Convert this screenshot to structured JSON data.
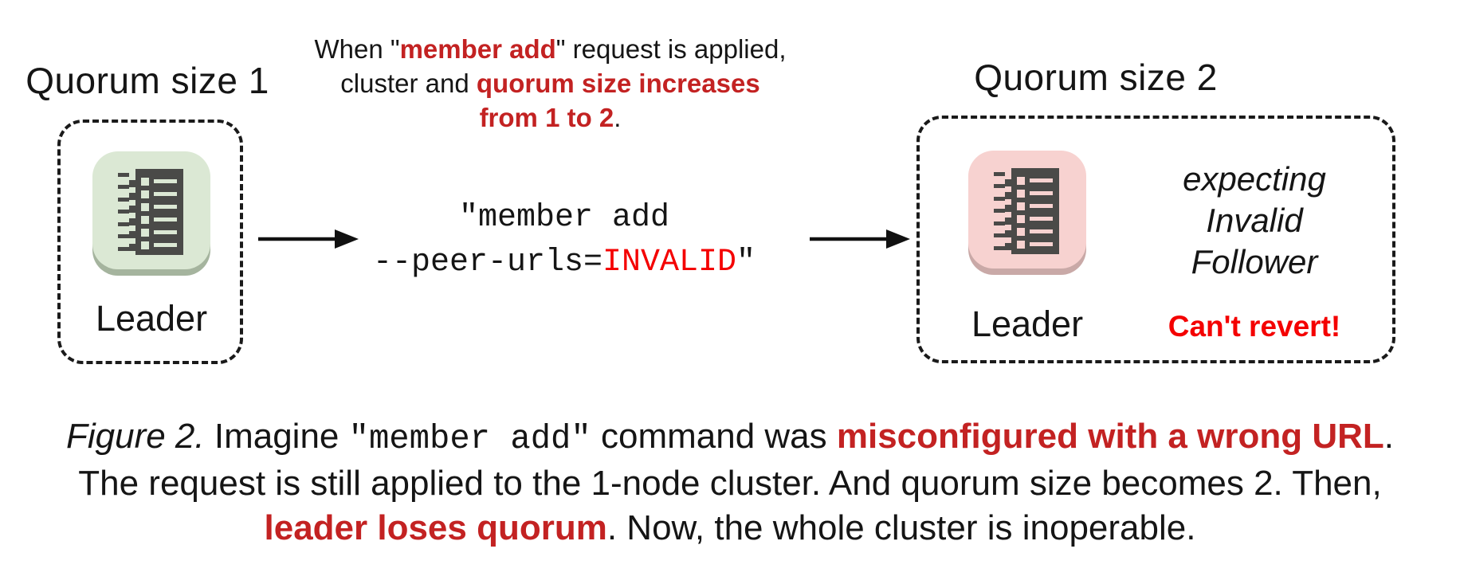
{
  "colors": {
    "ink": "#151515",
    "red_dark": "#c32222",
    "red_bright": "#f40000",
    "icon_dark": "#4a4a48",
    "green_bg": "#dbe8d4",
    "green_shadow": "#a5b49e",
    "pink_bg": "#f7d2d0",
    "pink_shadow": "#c9a9a7"
  },
  "left_cluster": {
    "title": "Quorum size 1",
    "node_label": "Leader",
    "node_icon": "ledger-icon",
    "node_color": "green"
  },
  "annotation": {
    "line1": [
      {
        "t": "When \"",
        "s": "plain"
      },
      {
        "t": "member add",
        "s": "rb"
      },
      {
        "t": "\" request is applied,",
        "s": "plain"
      }
    ],
    "line2": [
      {
        "t": "cluster and ",
        "s": "plain"
      },
      {
        "t": "quorum size increases",
        "s": "rb"
      }
    ],
    "line3": [
      {
        "t": "from 1 to 2",
        "s": "rb"
      },
      {
        "t": ".",
        "s": "plain"
      }
    ]
  },
  "command": {
    "line1": [
      {
        "t": "\"member add",
        "s": "plain"
      }
    ],
    "line2": [
      {
        "t": "--peer-urls=",
        "s": "plain"
      },
      {
        "t": "INVALID",
        "s": "mr"
      },
      {
        "t": "\"",
        "s": "plain"
      }
    ]
  },
  "right_cluster": {
    "title": "Quorum size 2",
    "node_label": "Leader",
    "node_icon": "ledger-icon",
    "node_color": "pink",
    "expecting_line1": "expecting",
    "expecting_line2": "Invalid",
    "expecting_line3": "Follower",
    "warning": "Can't revert!"
  },
  "caption": {
    "line1": [
      {
        "t": "Figure 2.",
        "s": "i"
      },
      {
        "t": " Imagine ",
        "s": "plain"
      },
      {
        "t": "\"member add\"",
        "s": "m"
      },
      {
        "t": " command was ",
        "s": "plain"
      },
      {
        "t": "misconfigured with a wrong URL",
        "s": "rb"
      },
      {
        "t": ".",
        "s": "plain"
      }
    ],
    "line2": [
      {
        "t": "The request is still applied to the 1-node cluster. And quorum size becomes 2. Then,",
        "s": "plain"
      }
    ],
    "line3": [
      {
        "t": "leader loses quorum",
        "s": "rb"
      },
      {
        "t": ". Now, the whole cluster is inoperable.",
        "s": "plain"
      }
    ]
  }
}
